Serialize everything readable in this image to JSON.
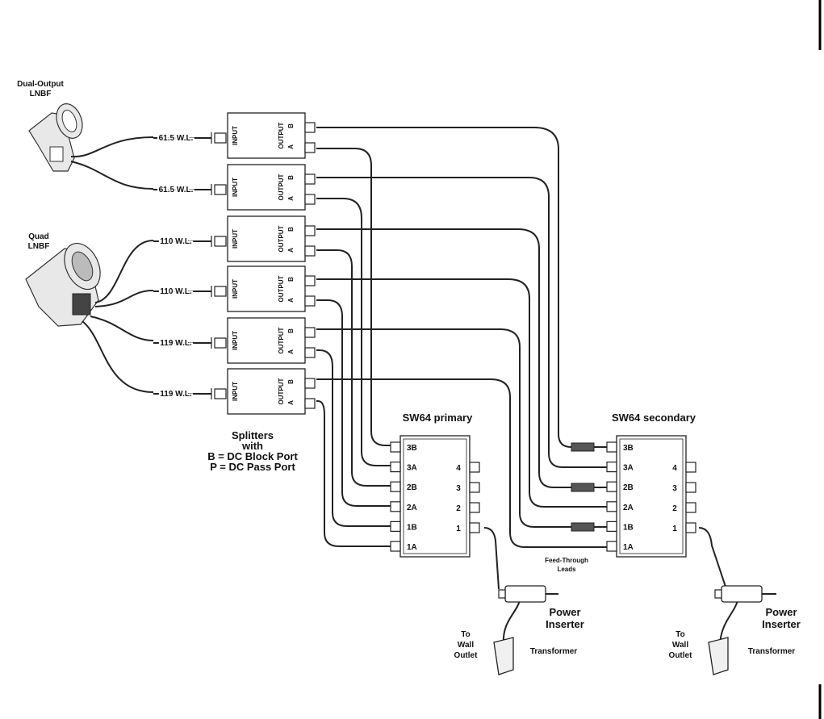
{
  "lnbf_dual": {
    "line1": "Dual-Output",
    "line2": "LNBF"
  },
  "lnbf_quad": {
    "line1": "Quad",
    "line2": "LNBF"
  },
  "splitters": [
    {
      "input_label": "61.5 W.L.",
      "in_text": "INPUT",
      "out_text": "OUTPUT",
      "port_b": "B",
      "port_a": "A"
    },
    {
      "input_label": "61.5 W.L.",
      "in_text": "INPUT",
      "out_text": "OUTPUT",
      "port_b": "B",
      "port_a": "A"
    },
    {
      "input_label": "110 W.L.",
      "in_text": "INPUT",
      "out_text": "OUTPUT",
      "port_b": "B",
      "port_a": "A"
    },
    {
      "input_label": "110 W.L.",
      "in_text": "INPUT",
      "out_text": "OUTPUT",
      "port_b": "B",
      "port_a": "A"
    },
    {
      "input_label": "119 W.L.",
      "in_text": "INPUT",
      "out_text": "OUTPUT",
      "port_b": "B",
      "port_a": "A"
    },
    {
      "input_label": "119 W.L.",
      "in_text": "INPUT",
      "out_text": "OUTPUT",
      "port_b": "B",
      "port_a": "A"
    }
  ],
  "legend": {
    "line1": "Splitters",
    "line2": "with",
    "line3": "B = DC Block Port",
    "line4": "P = DC Pass Port"
  },
  "switches": [
    {
      "title": "SW64 primary",
      "inputs": [
        "3B",
        "3A",
        "2B",
        "2A",
        "1B",
        "1A"
      ],
      "outputs": [
        "4",
        "3",
        "2",
        "1"
      ]
    },
    {
      "title": "SW64 secondary",
      "inputs": [
        "3B",
        "3A",
        "2B",
        "2A",
        "1B",
        "1A"
      ],
      "outputs": [
        "4",
        "3",
        "2",
        "1"
      ]
    }
  ],
  "feed_through": {
    "line1": "Feed-Through",
    "line2": "Leads"
  },
  "power": [
    {
      "line1": "Power",
      "line2": "Inserter",
      "transformer": "Transformer",
      "wall1": "To",
      "wall2": "Wall",
      "wall3": "Outlet"
    },
    {
      "line1": "Power",
      "line2": "Inserter",
      "transformer": "Transformer",
      "wall1": "To",
      "wall2": "Wall",
      "wall3": "Outlet"
    }
  ]
}
